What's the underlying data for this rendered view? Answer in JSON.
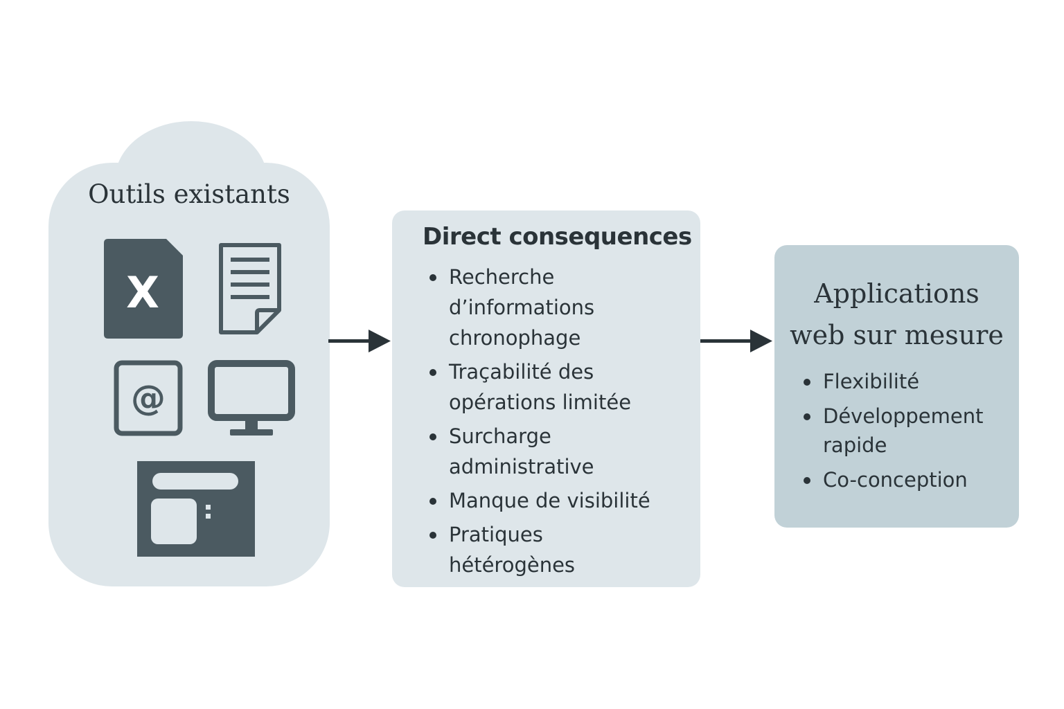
{
  "existing_tools": {
    "title": "Outils existants",
    "icons": [
      {
        "name": "spreadsheet-icon",
        "glyph": "X"
      },
      {
        "name": "document-icon"
      },
      {
        "name": "email-icon",
        "glyph": "@"
      },
      {
        "name": "monitor-icon"
      },
      {
        "name": "window-app-icon"
      }
    ]
  },
  "consequences": {
    "title": "Direct consequences",
    "items": [
      {
        "lines": [
          "Recherche",
          "d’informations",
          "chronophage"
        ]
      },
      {
        "lines": [
          "Traçabilité des",
          "opérations limitée"
        ]
      },
      {
        "lines": [
          "Surcharge",
          "administrative"
        ]
      },
      {
        "lines": [
          "Manque de visibilité"
        ]
      },
      {
        "lines": [
          "Pratiques",
          "hétérogènes"
        ]
      }
    ]
  },
  "applications": {
    "title_line1": "Applications",
    "title_line2": "web sur mesure",
    "items": [
      {
        "lines": [
          "Flexibilité"
        ]
      },
      {
        "lines": [
          "Développement",
          "rapide"
        ]
      },
      {
        "lines": [
          "Co-conception"
        ]
      }
    ]
  },
  "colors": {
    "panel_light": "#dee6ea",
    "panel_dark": "#c1d1d7",
    "icon_fill": "#4b5a61",
    "text": "#2a3338",
    "arrow": "#2a3338"
  }
}
